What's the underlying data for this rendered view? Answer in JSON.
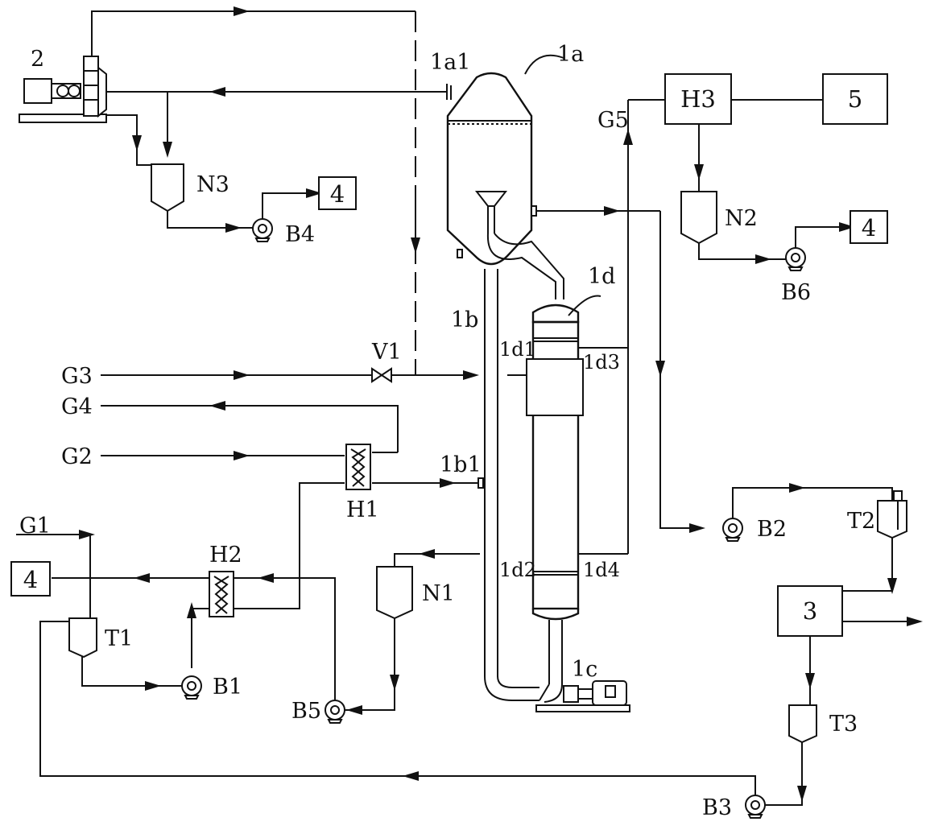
{
  "labels": {
    "equipment": {
      "fan": "2",
      "evaporator_top": "1a",
      "top_outlet": "1a1",
      "downcomer": "1b",
      "downcomer_inlet": "1b1",
      "pump_1c": "1c",
      "heater_1d": "1d",
      "port_1d1": "1d1",
      "port_1d2": "1d2",
      "port_1d3": "1d3",
      "port_1d4": "1d4",
      "valve_v1": "V1",
      "exchanger_h1": "H1",
      "exchanger_h2": "H2",
      "condenser_h3": "H3",
      "tank_n1": "N1",
      "tank_n2": "N2",
      "tank_n3": "N3",
      "tank_t1": "T1",
      "tank_t2": "T2",
      "tank_t3": "T3",
      "pump_b1": "B1",
      "pump_b2": "B2",
      "pump_b3": "B3",
      "pump_b4": "B4",
      "pump_b5": "B5",
      "pump_b6": "B6"
    },
    "streams": {
      "g1": "G1",
      "g2": "G2",
      "g3": "G3",
      "g4": "G4",
      "g5": "G5"
    },
    "boxes": {
      "unit_3": "3",
      "unit_4_left": "4",
      "unit_4_top": "4",
      "unit_4_right": "4",
      "unit_5": "5"
    }
  }
}
